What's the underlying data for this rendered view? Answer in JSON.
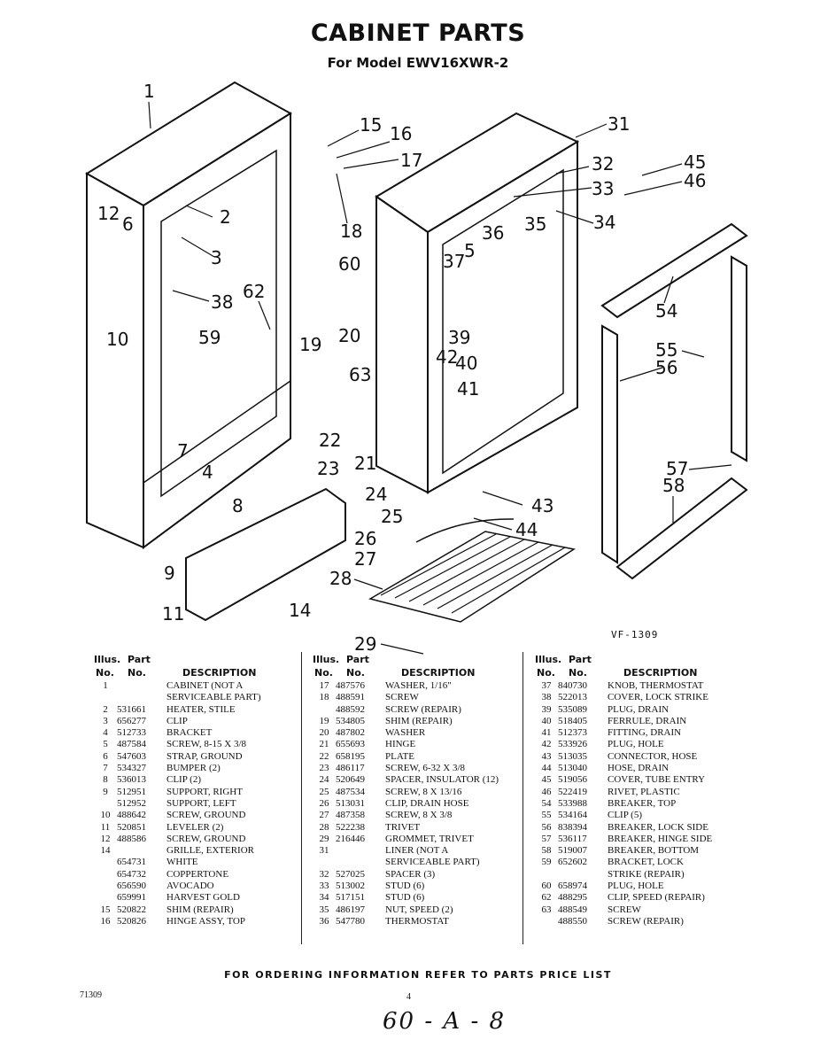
{
  "header": {
    "title": "CABINET PARTS",
    "subtitle": "For Model EWV16XWR-2"
  },
  "diagram": {
    "figure_id": "VF-1309",
    "callouts": [
      "1",
      "2",
      "3",
      "4",
      "5",
      "6",
      "7",
      "8",
      "9",
      "10",
      "11",
      "12",
      "14",
      "15",
      "16",
      "17",
      "18",
      "19",
      "20",
      "21",
      "22",
      "23",
      "24",
      "25",
      "26",
      "27",
      "28",
      "29",
      "31",
      "32",
      "33",
      "34",
      "35",
      "36",
      "37",
      "38",
      "39",
      "40",
      "41",
      "42",
      "43",
      "44",
      "45",
      "46",
      "54",
      "55",
      "56",
      "57",
      "58",
      "59",
      "60",
      "62",
      "63"
    ]
  },
  "table": {
    "headers": {
      "illus": "Illus.",
      "part": "Part",
      "no": "No.",
      "no2": "No.",
      "description": "DESCRIPTION"
    },
    "columns": [
      [
        {
          "illus": "1",
          "part": "",
          "desc": "Cabinet (not a"
        },
        {
          "illus": "",
          "part": "",
          "desc": "serviceable part)"
        },
        {
          "illus": "2",
          "part": "531661",
          "desc": "Heater, stile"
        },
        {
          "illus": "3",
          "part": "656277",
          "desc": "Clip"
        },
        {
          "illus": "4",
          "part": "512733",
          "desc": "Bracket"
        },
        {
          "illus": "5",
          "part": "487584",
          "desc": "Screw, 8-15 x 3/8"
        },
        {
          "illus": "6",
          "part": "547603",
          "desc": "Strap, ground"
        },
        {
          "illus": "7",
          "part": "534327",
          "desc": "Bumper (2)"
        },
        {
          "illus": "8",
          "part": "536013",
          "desc": "Clip (2)"
        },
        {
          "illus": "9",
          "part": "512951",
          "desc": "Support, right"
        },
        {
          "illus": "",
          "part": "512952",
          "desc": "Support, left"
        },
        {
          "illus": "10",
          "part": "488642",
          "desc": "Screw, ground"
        },
        {
          "illus": "11",
          "part": "520851",
          "desc": "Leveler (2)"
        },
        {
          "illus": "12",
          "part": "488586",
          "desc": "Screw, ground"
        },
        {
          "illus": "14",
          "part": "",
          "desc": "Grille, exterior"
        },
        {
          "illus": "",
          "part": "654731",
          "desc": "White"
        },
        {
          "illus": "",
          "part": "654732",
          "desc": "Coppertone"
        },
        {
          "illus": "",
          "part": "656590",
          "desc": "Avocado"
        },
        {
          "illus": "",
          "part": "659991",
          "desc": "Harvest gold"
        },
        {
          "illus": "15",
          "part": "520822",
          "desc": "Shim (repair)"
        },
        {
          "illus": "16",
          "part": "520826",
          "desc": "Hinge assy, top"
        }
      ],
      [
        {
          "illus": "17",
          "part": "487576",
          "desc": "Washer, 1/16\""
        },
        {
          "illus": "18",
          "part": "488591",
          "desc": "Screw"
        },
        {
          "illus": "",
          "part": "488592",
          "desc": "Screw (repair)"
        },
        {
          "illus": "19",
          "part": "534805",
          "desc": "Shim (repair)"
        },
        {
          "illus": "20",
          "part": "487802",
          "desc": "Washer"
        },
        {
          "illus": "21",
          "part": "655693",
          "desc": "Hinge"
        },
        {
          "illus": "22",
          "part": "658195",
          "desc": "Plate"
        },
        {
          "illus": "23",
          "part": "486117",
          "desc": "Screw, 6-32 x 3/8"
        },
        {
          "illus": "24",
          "part": "520649",
          "desc": "Spacer, insulator (12)"
        },
        {
          "illus": "25",
          "part": "487534",
          "desc": "Screw, 8 x 13/16"
        },
        {
          "illus": "26",
          "part": "513031",
          "desc": "Clip, drain hose"
        },
        {
          "illus": "27",
          "part": "487358",
          "desc": "Screw, 8 x 3/8"
        },
        {
          "illus": "28",
          "part": "522238",
          "desc": "Trivet"
        },
        {
          "illus": "29",
          "part": "216446",
          "desc": "Grommet, trivet"
        },
        {
          "illus": "31",
          "part": "",
          "desc": "Liner (not a"
        },
        {
          "illus": "",
          "part": "",
          "desc": "serviceable part)"
        },
        {
          "illus": "32",
          "part": "527025",
          "desc": "Spacer (3)"
        },
        {
          "illus": "33",
          "part": "513002",
          "desc": "Stud (6)"
        },
        {
          "illus": "34",
          "part": "517151",
          "desc": "Stud (6)"
        },
        {
          "illus": "35",
          "part": "486197",
          "desc": "Nut, speed (2)"
        },
        {
          "illus": "36",
          "part": "547780",
          "desc": "Thermostat"
        }
      ],
      [
        {
          "illus": "37",
          "part": "840730",
          "desc": "Knob, thermostat"
        },
        {
          "illus": "38",
          "part": "522013",
          "desc": "Cover, lock strike"
        },
        {
          "illus": "39",
          "part": "535089",
          "desc": "Plug, drain"
        },
        {
          "illus": "40",
          "part": "518405",
          "desc": "Ferrule, drain"
        },
        {
          "illus": "41",
          "part": "512373",
          "desc": "Fitting, drain"
        },
        {
          "illus": "42",
          "part": "533926",
          "desc": "Plug, hole"
        },
        {
          "illus": "43",
          "part": "513035",
          "desc": "Connector, hose"
        },
        {
          "illus": "44",
          "part": "513040",
          "desc": "Hose, drain"
        },
        {
          "illus": "45",
          "part": "519056",
          "desc": "Cover, tube entry"
        },
        {
          "illus": "46",
          "part": "522419",
          "desc": "Rivet, plastic"
        },
        {
          "illus": "54",
          "part": "533988",
          "desc": "Breaker, top"
        },
        {
          "illus": "55",
          "part": "534164",
          "desc": "Clip (5)"
        },
        {
          "illus": "56",
          "part": "838394",
          "desc": "Breaker, lock side"
        },
        {
          "illus": "57",
          "part": "536117",
          "desc": "Breaker, hinge side"
        },
        {
          "illus": "58",
          "part": "519007",
          "desc": "Breaker, bottom"
        },
        {
          "illus": "59",
          "part": "652602",
          "desc": "Bracket, lock"
        },
        {
          "illus": "",
          "part": "",
          "desc": "strike (repair)"
        },
        {
          "illus": "60",
          "part": "658974",
          "desc": "Plug, hole"
        },
        {
          "illus": "62",
          "part": "488295",
          "desc": "Clip, speed (repair)"
        },
        {
          "illus": "63",
          "part": "488549",
          "desc": "Screw"
        },
        {
          "illus": "",
          "part": "488550",
          "desc": "Screw (repair)"
        }
      ]
    ]
  },
  "footer": {
    "ordering_note": "FOR ORDERING INFORMATION REFER TO PARTS PRICE LIST",
    "doc_number": "71309",
    "page_number": "4",
    "handwritten": "60 - A - 8"
  }
}
